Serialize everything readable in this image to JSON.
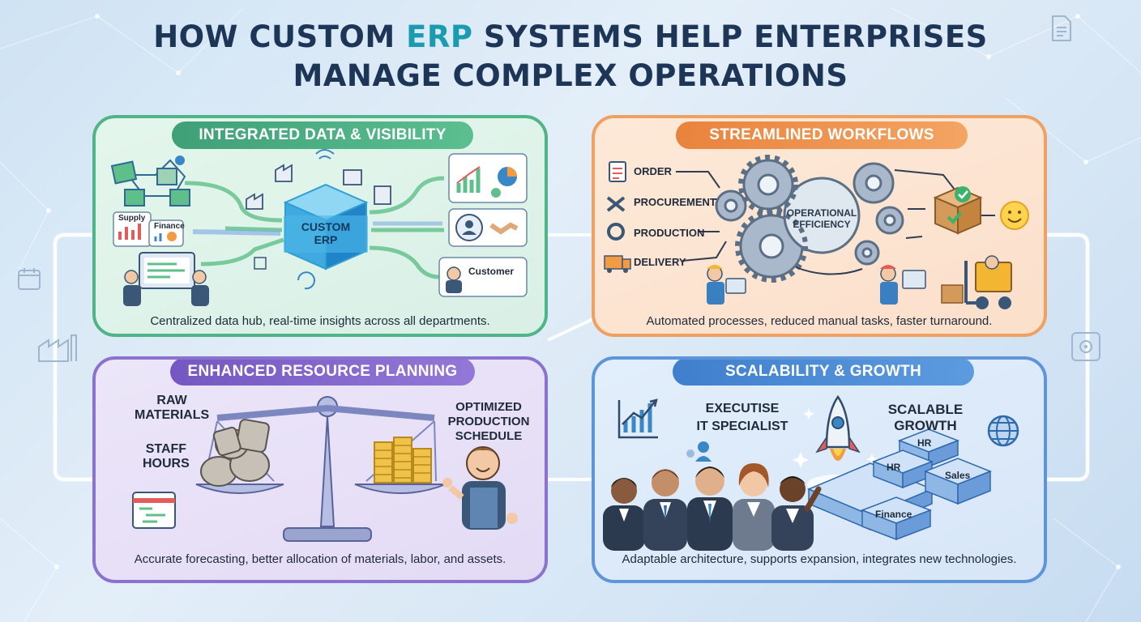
{
  "title": {
    "line1_prefix": "HOW CUSTOM ",
    "line1_highlight": "ERP",
    "line1_suffix": " SYSTEMS HELP ENTERPRISES",
    "line2": "MANAGE COMPLEX OPERATIONS"
  },
  "panels": {
    "integrated": {
      "heading": "INTEGRATED DATA & VISIBILITY",
      "hub_line1": "CUSTOM",
      "hub_line2": "ERP",
      "supply": "Supply",
      "finance": "Finance",
      "customer": "Customer",
      "caption": "Centralized data hub, real-time insights across all departments."
    },
    "workflows": {
      "heading": "STREAMLINED WORKFLOWS",
      "steps": [
        "ORDER",
        "PROCUREMENT",
        "PRODUCTION",
        "DELIVERY"
      ],
      "center_line1": "OPERATIONAL",
      "center_line2": "EFFICIENCY",
      "caption": "Automated processes, reduced manual tasks, faster turnaround."
    },
    "resource": {
      "heading": "ENHANCED RESOURCE PLANNING",
      "raw_line1": "RAW",
      "raw_line2": "MATERIALS",
      "staff_line1": "STAFF",
      "staff_line2": "HOURS",
      "opt_line1": "OPTIMIZED",
      "opt_line2": "PRODUCTION",
      "opt_line3": "SCHEDULE",
      "caption": "Accurate forecasting, better allocation of materials, labor, and assets."
    },
    "scalability": {
      "heading": "SCALABILITY & GROWTH",
      "exec_line1": "EXECUTISE",
      "exec_line2": "IT SPECIALIST",
      "scal_line1": "SCALABLE",
      "scal_line2": "GROWTH",
      "block_hr_top": "HR",
      "block_hr": "HR",
      "block_sales": "Sales",
      "block_finance": "Finance",
      "caption": "Adaptable architecture, supports expansion, integrates new technologies."
    }
  },
  "colors": {
    "title": "#1d3557",
    "highlight": "#1b9bb0",
    "green": "#4fb588",
    "orange": "#f0a061",
    "purple": "#8c72cf",
    "blue": "#5d95d8"
  }
}
